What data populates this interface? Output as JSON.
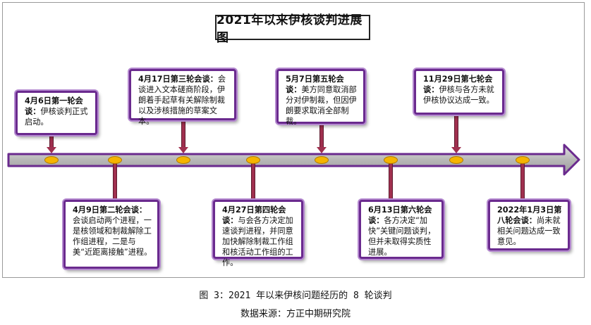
{
  "title": "2021年以来伊核谈判进展图",
  "events": [
    {
      "lead": "4月6日第一轮会谈：",
      "text": "伊核谈判正式启动。"
    },
    {
      "lead": "4月9日第二轮会谈：",
      "text": "会谈启动两个进程，一是核领域和制裁解除工作组进程，二是与美“近距离接触”进程。"
    },
    {
      "lead": "4月17日第三轮会谈：",
      "text": "会谈进入文本磋商阶段，伊朗着手起草有关解除制裁以及涉核措施的草案文本。"
    },
    {
      "lead": "4月27日第四轮会谈：",
      "text": "与会各方决定加速谈判进程，并同意 加快解除制裁工作组和核活动工作组的工作。"
    },
    {
      "lead": "5月7日第五轮会谈：",
      "text": "美方同意取消部分对伊制裁，但因伊朗要求取消全部制裁。"
    },
    {
      "lead": "6月13日第六轮会谈：",
      "text": "各方决定“加快”关键问题谈判，但并未取得实质性进展。"
    },
    {
      "lead": "11月29日第七轮会谈：",
      "text": "伊核与各方未就伊核协议达成一致。"
    },
    {
      "lead": "2022年1月3日第八轮会谈：",
      "text": "尚未就相关问题达成一致意见。"
    }
  ],
  "caption": "图 3：2021 年以来伊核问题经历的 8 轮谈判",
  "source": "数据来源：方正中期研究院",
  "colors": {
    "card_border": "#6a2a8e",
    "node": "#f5b400",
    "connector": "#a0304f",
    "bar": "#bfbfbf"
  }
}
